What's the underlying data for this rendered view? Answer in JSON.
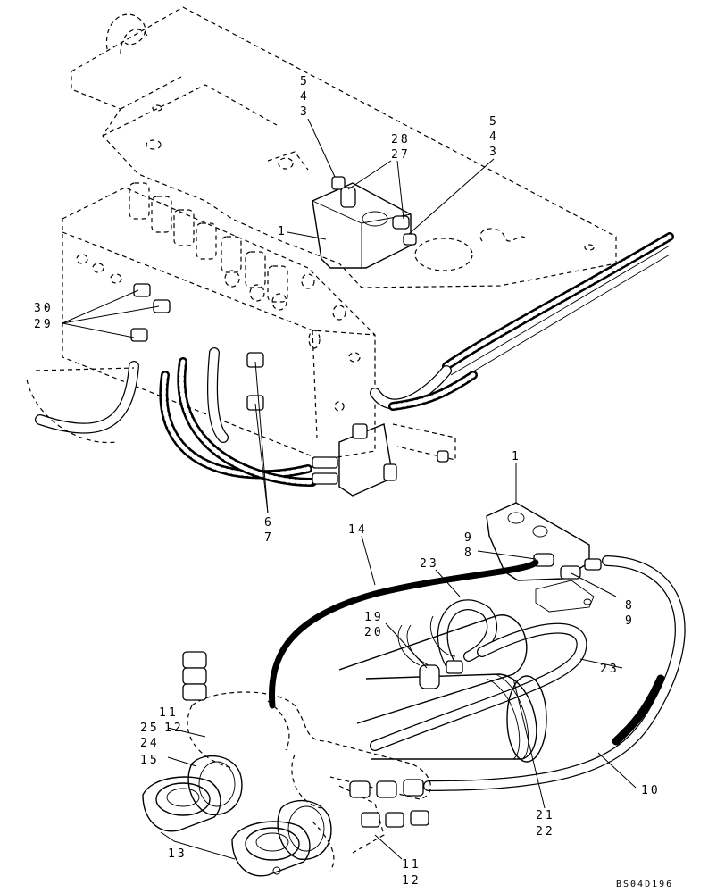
{
  "diagram": {
    "drawing_code": "BS04D196",
    "callouts_top": [
      "5",
      "4",
      "3",
      "5",
      "4",
      "3",
      "28",
      "27",
      "1",
      "30",
      "29",
      "6",
      "7"
    ],
    "callouts_bottom": [
      "1",
      "9",
      "8",
      "14",
      "23",
      "19",
      "20",
      "8",
      "9",
      "23",
      "11",
      "25",
      "12",
      "24",
      "15",
      "10",
      "21",
      "22",
      "13",
      "11",
      "12"
    ]
  }
}
